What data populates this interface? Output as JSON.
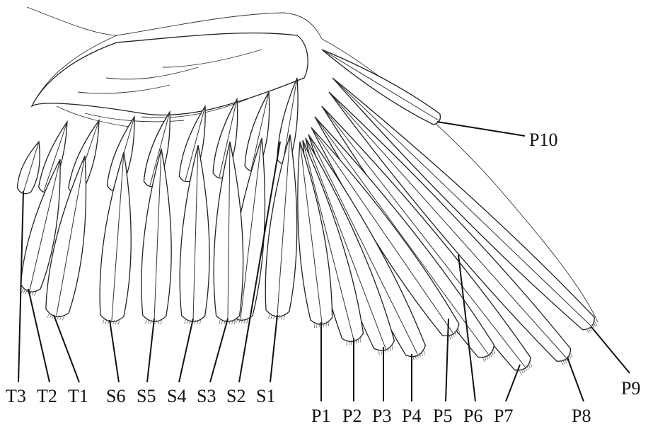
{
  "figure": {
    "subject": "bird wing feather topography",
    "labels": {
      "tertials": [
        "T3",
        "T2",
        "T1"
      ],
      "secondaries": [
        "S6",
        "S5",
        "S4",
        "S3",
        "S2",
        "S1"
      ],
      "primaries": [
        "P1",
        "P2",
        "P3",
        "P4",
        "P5",
        "P6",
        "P7",
        "P8",
        "P9",
        "P10"
      ]
    }
  }
}
